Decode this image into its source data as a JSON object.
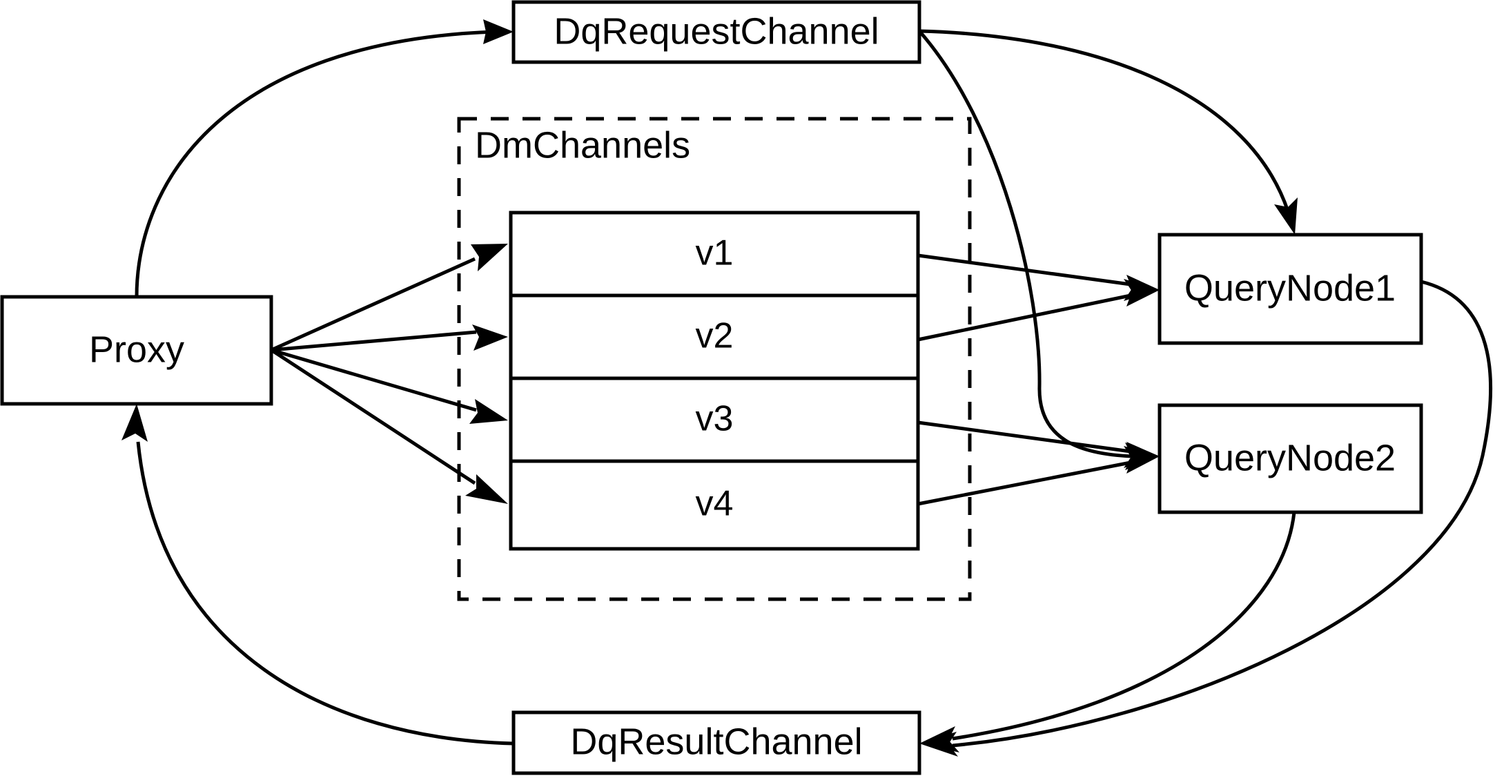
{
  "diagram": {
    "type": "flow-architecture",
    "background_color": "#ffffff",
    "line_color": "#000000",
    "title": "",
    "nodes": {
      "proxy": {
        "label": "Proxy"
      },
      "dq_request_channel": {
        "label": "DqRequestChannel"
      },
      "dq_result_channel": {
        "label": "DqResultChannel"
      },
      "query_node_1": {
        "label": "QueryNode1"
      },
      "query_node_2": {
        "label": "QueryNode2"
      },
      "dm_channels_group": {
        "label": "DmChannels"
      },
      "channels": [
        {
          "label": "v1"
        },
        {
          "label": "v2"
        },
        {
          "label": "v3"
        },
        {
          "label": "v4"
        }
      ]
    },
    "edges": [
      {
        "from": "Proxy",
        "to": "DqRequestChannel",
        "style": "curved",
        "arrow": "to"
      },
      {
        "from": "Proxy",
        "to": "v1",
        "style": "straight",
        "arrow": "to"
      },
      {
        "from": "Proxy",
        "to": "v2",
        "style": "straight",
        "arrow": "to"
      },
      {
        "from": "Proxy",
        "to": "v3",
        "style": "straight",
        "arrow": "to"
      },
      {
        "from": "Proxy",
        "to": "v4",
        "style": "straight",
        "arrow": "to"
      },
      {
        "from": "DqRequestChannel",
        "to": "QueryNode1",
        "style": "curved",
        "arrow": "to"
      },
      {
        "from": "DqRequestChannel",
        "to": "QueryNode2",
        "style": "curved",
        "arrow": "to"
      },
      {
        "from": "v1",
        "to": "QueryNode1",
        "style": "straight",
        "arrow": "to"
      },
      {
        "from": "v2",
        "to": "QueryNode1",
        "style": "straight",
        "arrow": "to"
      },
      {
        "from": "v3",
        "to": "QueryNode2",
        "style": "straight",
        "arrow": "to"
      },
      {
        "from": "v4",
        "to": "QueryNode2",
        "style": "straight",
        "arrow": "to"
      },
      {
        "from": "QueryNode1",
        "to": "DqResultChannel",
        "style": "curved",
        "arrow": "to"
      },
      {
        "from": "QueryNode2",
        "to": "DqResultChannel",
        "style": "curved",
        "arrow": "to"
      },
      {
        "from": "DqResultChannel",
        "to": "Proxy",
        "style": "curved",
        "arrow": "to"
      }
    ]
  }
}
